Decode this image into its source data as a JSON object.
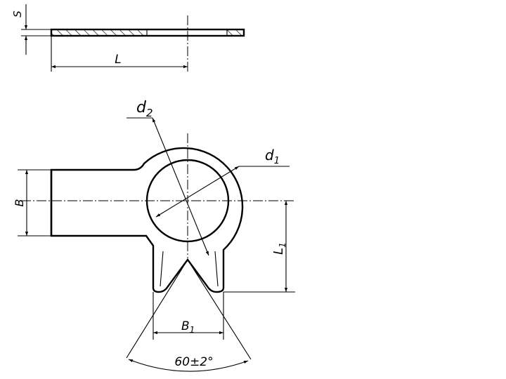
{
  "drawing": {
    "labels": {
      "s": "S",
      "L": "L",
      "d2": "d",
      "d2_sub": "2",
      "d1": "d",
      "d1_sub": "1",
      "B": "B",
      "L1": "L",
      "L1_sub": "1",
      "B1": "B",
      "B1_sub": "1",
      "angle": "60±2°"
    },
    "colors": {
      "line": "#000000",
      "background": "#ffffff"
    }
  }
}
